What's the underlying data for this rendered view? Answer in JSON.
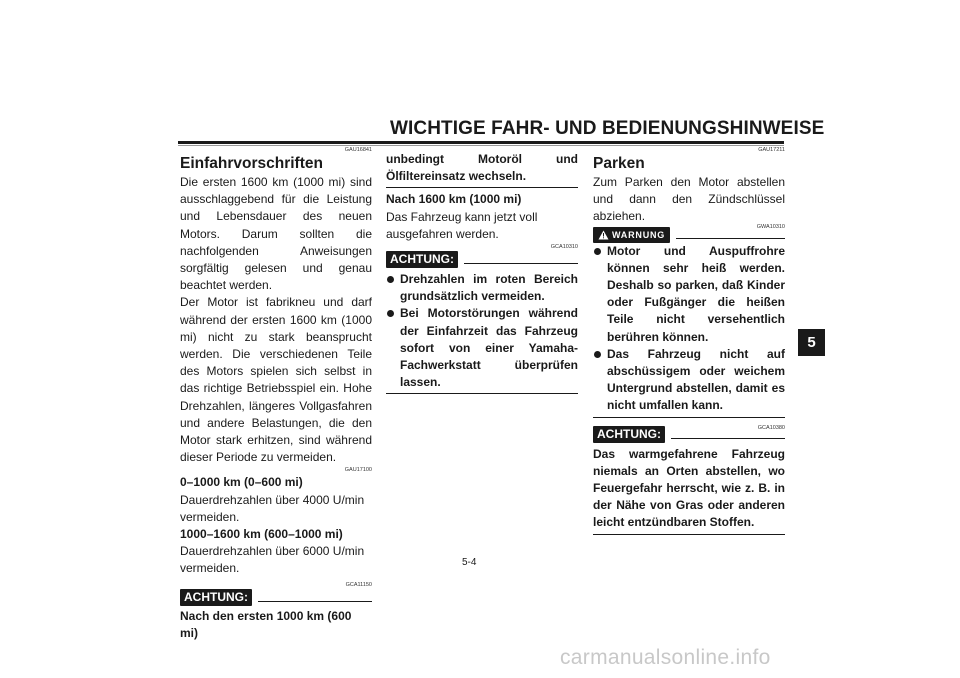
{
  "page": {
    "header_title": "WICHTIGE FAHR- UND BEDIENUNGSHINWEISE",
    "chapter_tab": "5",
    "page_number": "5-4",
    "watermark": "carmanualsonline.info"
  },
  "col1": {
    "code1": "GAU16841",
    "heading": "Einfahrvorschriften",
    "para1": "Die ersten 1600 km (1000 mi) sind ausschlaggebend für die Leistung und Lebensdauer des neuen Motors. Darum sollten die nachfolgenden Anweisungen sorgfältig gelesen und genau beachtet werden.",
    "para2": "Der Motor ist fabrikneu und darf während der ersten 1600 km (1000 mi) nicht zu stark beansprucht werden. Die verschiedenen Teile des Motors spielen sich selbst in das richtige Betriebsspiel ein. Hohe Drehzahlen, längeres Vollgasfahren und andere Belastungen, die den Motor stark erhitzen, sind während dieser Periode zu vermeiden.",
    "code2": "GAU17100",
    "sub1": "0–1000 km (0–600 mi)",
    "sub1_text": "Dauerdrehzahlen über 4000 U/min vermeiden.",
    "sub2": "1000–1600 km (600–1000 mi)",
    "sub2_text": "Dauerdrehzahlen über 6000 U/min vermeiden.",
    "code3": "GCA11150",
    "achtung_label": "ACHTUNG:",
    "achtung_text_start": "Nach den ersten 1000 km (600 mi)"
  },
  "col2": {
    "achtung_text_end": "unbedingt Motoröl und Ölfiltereinsatz wechseln.",
    "sub3": "Nach 1600 km (1000 mi)",
    "sub3_text": "Das Fahrzeug kann jetzt voll ausgefahren werden.",
    "code4": "GCA10310",
    "achtung_label": "ACHTUNG:",
    "bullets": [
      "Drehzahlen im roten Bereich grundsätzlich vermeiden.",
      "Bei Motorstörungen während der Einfahrzeit das Fahrzeug sofort von einer Yamaha-Fachwerkstatt überprüfen lassen."
    ]
  },
  "col3": {
    "code5": "GAU17211",
    "heading": "Parken",
    "para": "Zum Parken den Motor abstellen und dann den Zündschlüssel abziehen.",
    "code6": "GWA10310",
    "warnung_label": "WARNUNG",
    "bullets": [
      "Motor und Auspuffrohre können sehr heiß werden. Deshalb so parken, daß Kinder oder Fußgänger die heißen Teile nicht versehentlich berühren können.",
      "Das Fahrzeug nicht auf abschüssigem oder weichem Untergrund abstellen, damit es nicht umfallen kann."
    ],
    "code7": "GCA10380",
    "achtung_label": "ACHTUNG:",
    "achtung_text": "Das warmgefahrene Fahrzeug niemals an Orten abstellen, wo Feuergefahr herrscht, wie z. B. in der Nähe von Gras oder anderen leicht entzündbaren Stoffen."
  }
}
